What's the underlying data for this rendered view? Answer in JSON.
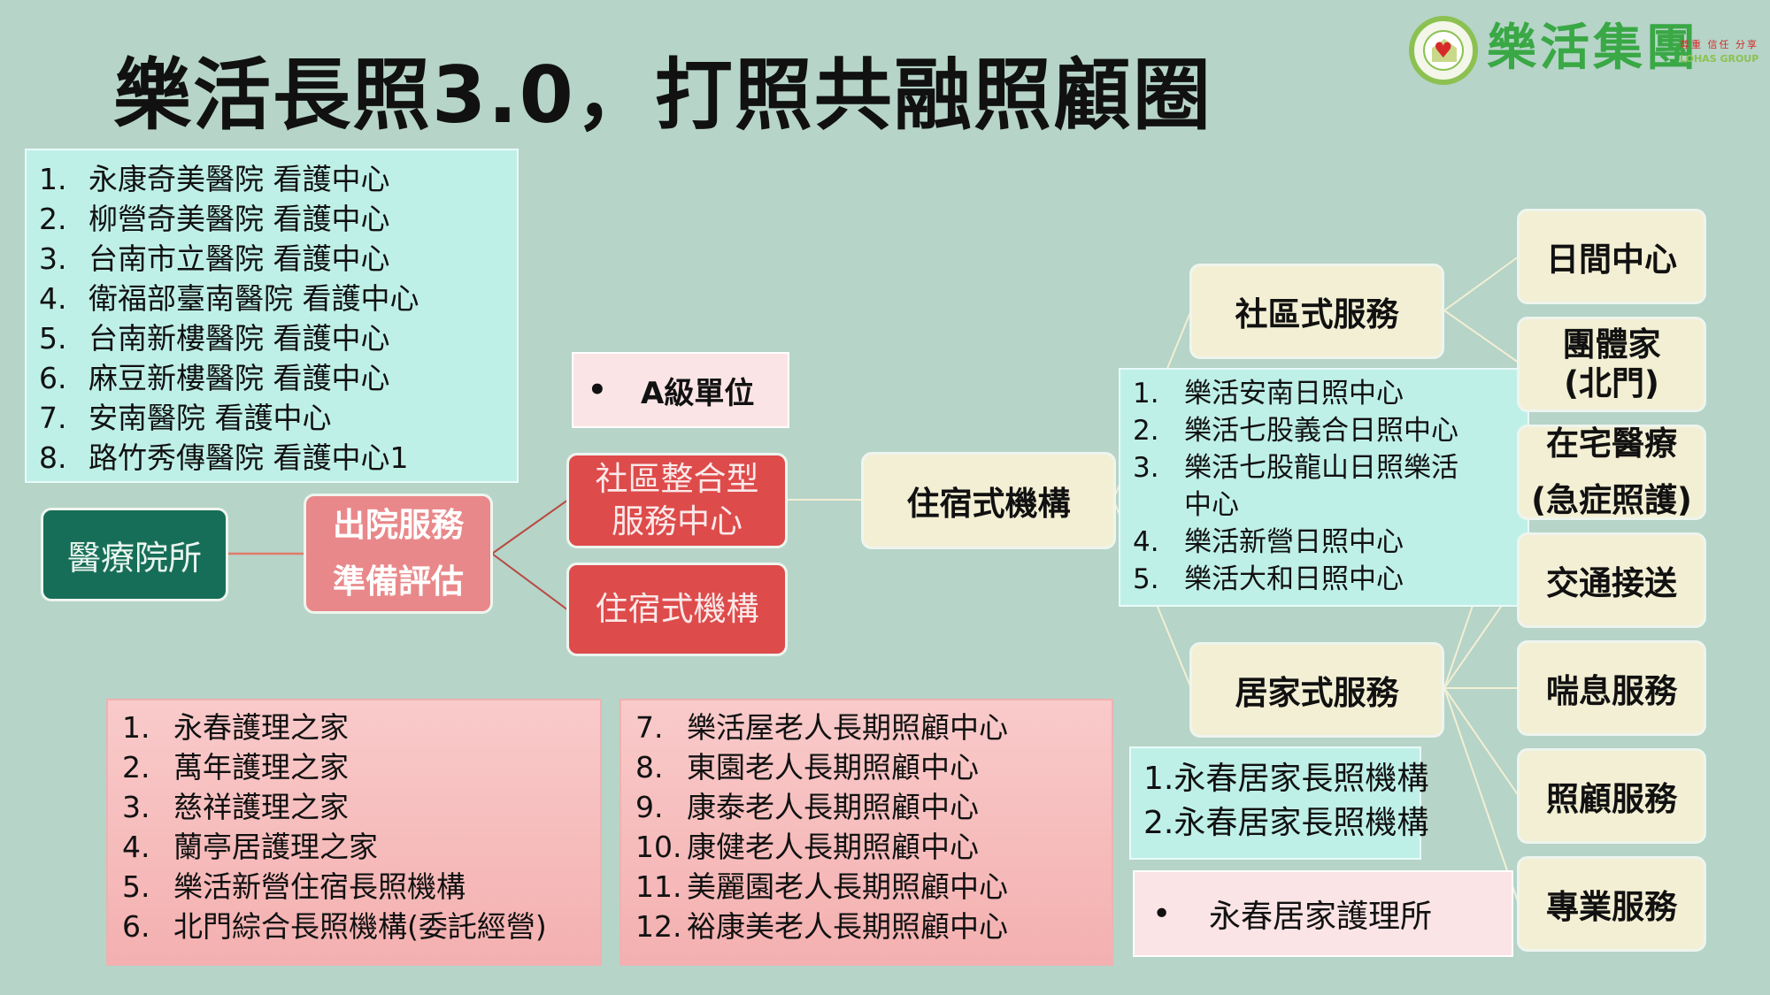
{
  "title": "樂活長照3.0，打照共融照顧圈",
  "logo": {
    "name": "樂活集團",
    "slogan": "尊重 信任 分享",
    "english": "LOHAS GROUP",
    "icon": "heart-house-icon",
    "colors": {
      "green": "#39a845",
      "red": "#d62a2a",
      "lime": "#8cc152"
    }
  },
  "colors": {
    "background": "#b6d4c8",
    "medical_node": "#176e58",
    "discharge_node": "#e9888a",
    "red_node": "#dd4b4b",
    "cream_node": "#f3efd4",
    "cyan_list": "#bff0e8",
    "pink_list": "#f4b0b0",
    "light_pink_list": "#fbe4e6"
  },
  "hospital_list": [
    {
      "num": "1.",
      "text": "永康奇美醫院 看護中心"
    },
    {
      "num": "2.",
      "text": "柳營奇美醫院 看護中心"
    },
    {
      "num": "3.",
      "text": "台南市立醫院 看護中心"
    },
    {
      "num": "4.",
      "text": "衛福部臺南醫院 看護中心"
    },
    {
      "num": "5.",
      "text": "台南新樓醫院 看護中心"
    },
    {
      "num": "6.",
      "text": "麻豆新樓醫院 看護中心"
    },
    {
      "num": "7.",
      "text": "安南醫院 看護中心"
    },
    {
      "num": "8.",
      "text": "路竹秀傳醫院 看護中心1"
    }
  ],
  "nodes": {
    "medical": "醫療院所",
    "discharge_line1": "出院服務",
    "discharge_line2": "準備評估",
    "a_level": "A級單位",
    "a_level_bullet": "•",
    "community_center_line1": "社區整合型",
    "community_center_line2": "服務中心",
    "residential_red": "住宿式機構",
    "residential_cream": "住宿式機構",
    "community_service": "社區式服務",
    "home_service": "居家式服務"
  },
  "day_care_list": [
    {
      "num": "1.",
      "text": "樂活安南日照中心"
    },
    {
      "num": "2.",
      "text": "樂活七股義合日照中心"
    },
    {
      "num": "3.",
      "text": "樂活七股龍山日照樂活"
    },
    {
      "num": "",
      "text": "中心"
    },
    {
      "num": "4.",
      "text": "樂活新營日照中心"
    },
    {
      "num": "5.",
      "text": "樂活大和日照中心"
    }
  ],
  "home_care_list": [
    {
      "num": "1.",
      "text": "永春居家長照機構"
    },
    {
      "num": "2.",
      "text": "永春居家長照機構"
    }
  ],
  "home_nursing": {
    "bullet": "•",
    "text": "永春居家護理所"
  },
  "services": [
    {
      "line1": "日間中心",
      "line2": ""
    },
    {
      "line1": "團體家",
      "line2": "(北門)"
    },
    {
      "line1": "在宅醫療",
      "line2": "(急症照護)"
    },
    {
      "line1": "交通接送",
      "line2": ""
    },
    {
      "line1": "喘息服務",
      "line2": ""
    },
    {
      "line1": "照顧服務",
      "line2": ""
    },
    {
      "line1": "專業服務",
      "line2": ""
    }
  ],
  "nursing_homes_a": [
    {
      "num": "1.",
      "text": "永春護理之家"
    },
    {
      "num": "2.",
      "text": "萬年護理之家"
    },
    {
      "num": "3.",
      "text": "慈祥護理之家"
    },
    {
      "num": "4.",
      "text": "蘭亭居護理之家"
    },
    {
      "num": "5.",
      "text": "樂活新營住宿長照機構"
    },
    {
      "num": "6.",
      "text": "北門綜合長照機構(委託經營)"
    }
  ],
  "nursing_homes_b": [
    {
      "num": "7.",
      "text": "樂活屋老人長期照顧中心"
    },
    {
      "num": "8.",
      "text": "東園老人長期照顧中心"
    },
    {
      "num": "9.",
      "text": "康泰老人長期照顧中心"
    },
    {
      "num": "10.",
      "text": "康健老人長期照顧中心"
    },
    {
      "num": "11.",
      "text": "美麗園老人長期照顧中心"
    },
    {
      "num": "12.",
      "text": "裕康美老人長期照顧中心"
    }
  ]
}
